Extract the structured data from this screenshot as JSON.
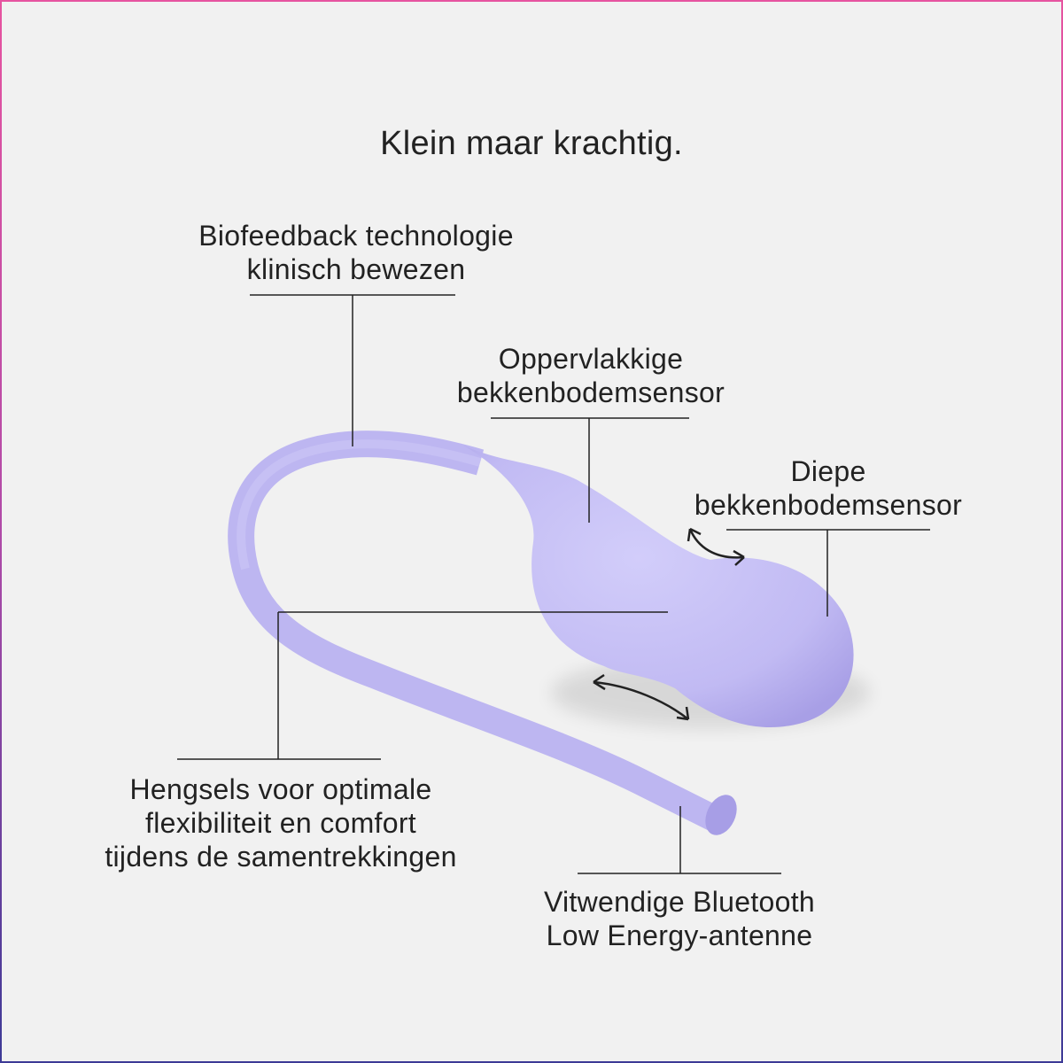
{
  "title": "Klein maar krachtig.",
  "colors": {
    "device": "#c3bdf4",
    "device_shadow": "#a59ce8",
    "background": "#f1f1f1",
    "text": "#222222",
    "border_top": "#e653a0",
    "border_bottom": "#3d3a96"
  },
  "labels": {
    "biofeedback": {
      "line1": "Biofeedback technologie",
      "line2": "klinisch bewezen"
    },
    "surface_sensor": {
      "line1": "Oppervlakkige",
      "line2": "bekkenbodemsensor"
    },
    "deep_sensor": {
      "line1": "Diepe",
      "line2": "bekkenbodemsensor"
    },
    "hinges": {
      "line1": "Hengsels voor optimale",
      "line2": "flexibiliteit en comfort",
      "line3": "tijdens de samentrekkingen"
    },
    "antenna": {
      "line1": "Vitwendige Bluetooth",
      "line2": "Low Energy-antenne"
    }
  },
  "icons": {
    "flex_arrow_top": "curved-double-arrow",
    "flex_arrow_bottom": "curved-double-arrow"
  }
}
